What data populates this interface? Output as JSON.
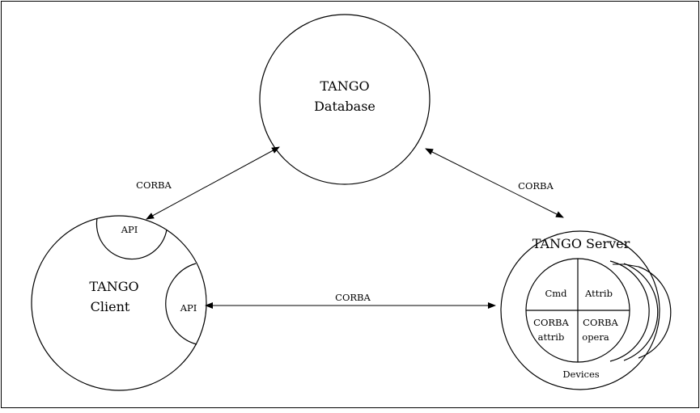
{
  "database": {
    "line1": "TANGO",
    "line2": "Database"
  },
  "client": {
    "line1": "TANGO",
    "line2": "Client",
    "api_top": "API",
    "api_right": "API"
  },
  "server": {
    "title": "TANGO  Server",
    "cells": {
      "cmd": "Cmd",
      "attrib": "Attrib",
      "corba_attrib_1": "CORBA",
      "corba_attrib_2": "attrib",
      "corba_opera_1": "CORBA",
      "corba_opera_2": "opera"
    },
    "devices": "Devices"
  },
  "links": {
    "client_database": "CORBA",
    "database_server": "CORBA",
    "client_server": "CORBA"
  },
  "colors": {
    "stroke": "#000000",
    "background": "#ffffff"
  }
}
